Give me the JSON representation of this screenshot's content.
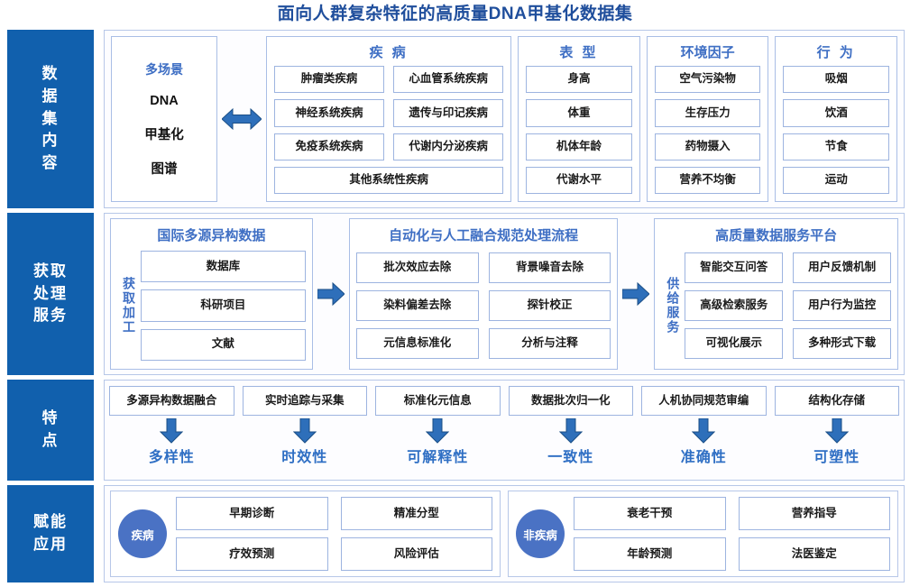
{
  "title": "面向人群复杂特征的高质量DNA甲基化数据集",
  "colors": {
    "sidebar_blue": "#1160ad",
    "title_blue": "#1f4e9c",
    "group_title_blue": "#3f6fc4",
    "keyword_blue": "#2f6fc4",
    "box_border": "#9db4e0",
    "arrow_blue": "#2e6fba",
    "circle_blue": "#4a72c4"
  },
  "rows": {
    "content": {
      "sidebar": [
        "数",
        "据",
        "集",
        "内",
        "容"
      ],
      "dna_box": {
        "scene": "多场景",
        "lines": [
          "DNA",
          "甲基化",
          "图谱"
        ]
      },
      "arrow_icon": "double-arrow-horizontal",
      "groups": [
        {
          "title": "疾 病",
          "pairs": [
            [
              "肿瘤类疾病",
              "心血管系统疾病"
            ],
            [
              "神经系统疾病",
              "遗传与印记疾病"
            ],
            [
              "免疫系统疾病",
              "代谢内分泌疾病"
            ]
          ],
          "full": "其他系统性疾病"
        },
        {
          "title": "表 型",
          "items": [
            "身高",
            "体重",
            "机体年龄",
            "代谢水平"
          ]
        },
        {
          "title": "环境因子",
          "items": [
            "空气污染物",
            "生存压力",
            "药物摄入",
            "营养不均衡"
          ]
        },
        {
          "title": "行 为",
          "items": [
            "吸烟",
            "饮酒",
            "节食",
            "运动"
          ]
        }
      ]
    },
    "service": {
      "sidebar": [
        "获取",
        "处理",
        "服务"
      ],
      "arrow_icon": "arrow-right",
      "panels": [
        {
          "title": "国际多源异构数据",
          "vlabel": "获取加工",
          "items": [
            "数据库",
            "科研项目",
            "文献"
          ]
        },
        {
          "title": "自动化与人工融合规范处理流程",
          "left": [
            "批次效应去除",
            "染料偏差去除",
            "元信息标准化"
          ],
          "right": [
            "背景噪音去除",
            "探针校正",
            "分析与注释"
          ]
        },
        {
          "title": "高质量数据服务平台",
          "vlabel": "供给服务",
          "left": [
            "智能交互问答",
            "高级检索服务",
            "可视化展示"
          ],
          "right": [
            "用户反馈机制",
            "用户行为监控",
            "多种形式下载"
          ]
        }
      ]
    },
    "features": {
      "sidebar": [
        "特",
        "点"
      ],
      "arrow_icon": "arrow-down",
      "items": [
        {
          "source": "多源异构数据融合",
          "keyword": "多样性"
        },
        {
          "source": "实时追踪与采集",
          "keyword": "时效性"
        },
        {
          "source": "标准化元信息",
          "keyword": "可解释性"
        },
        {
          "source": "数据批次归一化",
          "keyword": "一致性"
        },
        {
          "source": "人机协同规范审编",
          "keyword": "准确性"
        },
        {
          "source": "结构化存储",
          "keyword": "可塑性"
        }
      ]
    },
    "applications": {
      "sidebar": [
        "赋能",
        "应用"
      ],
      "halves": [
        {
          "circle": "疾病",
          "rows": [
            [
              "早期诊断",
              "精准分型"
            ],
            [
              "疗效预测",
              "风险评估"
            ]
          ]
        },
        {
          "circle": "非疾病",
          "rows": [
            [
              "衰老干预",
              "营养指导"
            ],
            [
              "年龄预测",
              "法医鉴定"
            ]
          ]
        }
      ]
    }
  }
}
